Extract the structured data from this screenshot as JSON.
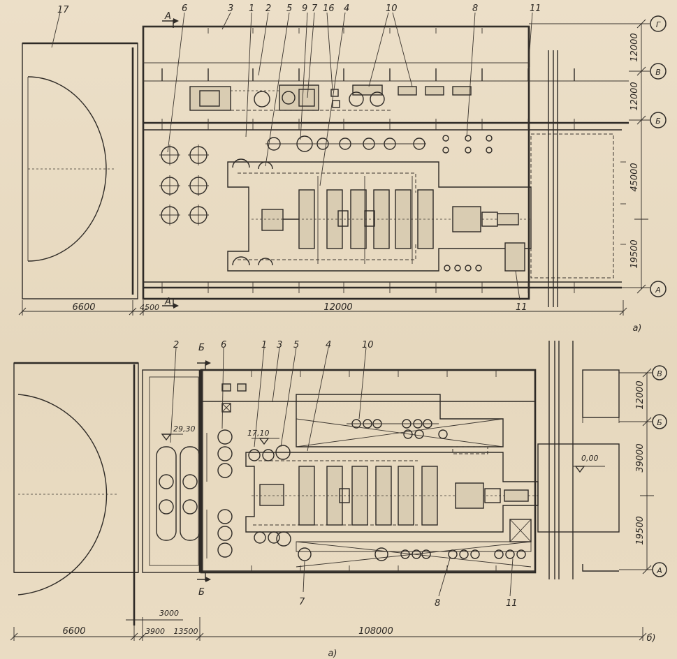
{
  "plan_a": {
    "callouts": [
      "17",
      "6",
      "3",
      "1",
      "2",
      "5",
      "9",
      "7",
      "16",
      "4",
      "10",
      "8",
      "11"
    ],
    "callout_11_bottom": "11",
    "section_mark_top": "A",
    "section_mark_bottom": "A",
    "axes": [
      "Г",
      "В",
      "Б",
      "А"
    ],
    "dims_right": [
      "12000",
      "12000",
      "45000",
      "19500"
    ],
    "dims_bottom": [
      "6600",
      "4500",
      "12000"
    ],
    "sublabel": "а)"
  },
  "plan_b": {
    "callouts": [
      "2",
      "6",
      "1",
      "3",
      "5",
      "4",
      "10",
      "7",
      "8",
      "11"
    ],
    "section_mark_top": "Б",
    "section_mark_bottom": "Б",
    "elevation_1": "29,30",
    "elevation_2": "17,10",
    "elevation_3": "0,00",
    "axes": [
      "В",
      "Б",
      "А"
    ],
    "dims_right": [
      "12000",
      "39000",
      "19500"
    ],
    "dims_bottom": [
      "6600",
      "3900",
      "13500",
      "108000",
      "3000"
    ],
    "sublabel": "б)"
  },
  "figure_label": "а)"
}
